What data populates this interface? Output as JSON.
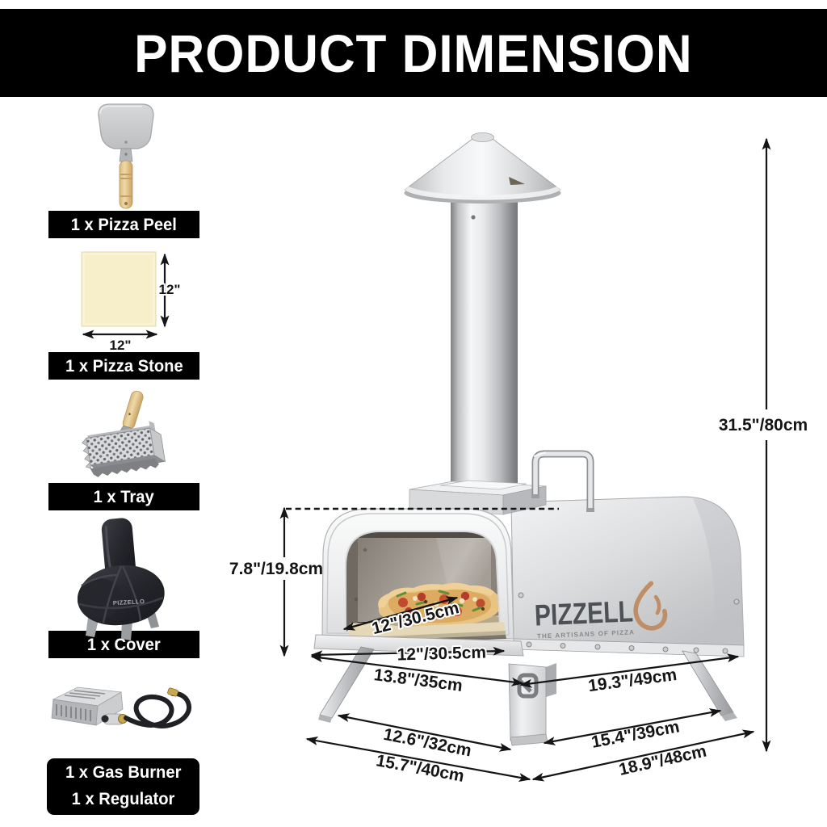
{
  "header": {
    "title": "PRODUCT DIMENSION",
    "bg_color": "#000000",
    "text_color": "#ffffff"
  },
  "accessories": [
    {
      "id": "pizza-peel",
      "label": "1 x Pizza Peel"
    },
    {
      "id": "pizza-stone",
      "label": "1 x Pizza Stone",
      "width_label": "12\"",
      "height_label": "12\""
    },
    {
      "id": "tray",
      "label": "1 x Tray"
    },
    {
      "id": "cover",
      "label": "1 x Cover",
      "logo": "PIZZELLO"
    },
    {
      "id": "gas-burner",
      "label_line1": "1 x Gas Burner",
      "label_line2": "1 x Regulator"
    }
  ],
  "oven": {
    "brand": "PIZZELL",
    "brand_last_letter_shape": "flame-o",
    "tagline": "THE ARTISANS OF PIZZA",
    "dimensions": {
      "total_height": "31.5\"/80cm",
      "opening_height": "7.8\"/19.8cm",
      "stone_depth": "12\"/30.5cm",
      "front_width": "12\"/30.5cm",
      "front_base_width": "13.8\"/35cm",
      "side_length": "19.3\"/49cm",
      "front_leg_span": "12.6\"/32cm",
      "side_leg_span": "15.4\"/39cm",
      "total_front_width": "15.7\"/40cm",
      "total_side_depth": "18.9\"/48cm"
    }
  },
  "colors": {
    "accent_flame": "#bf8e66",
    "steel_light": "#f4f5f6",
    "steel_mid": "#d7d9db",
    "steel_dark": "#9fa1a4",
    "stone": "#f6efc9",
    "dimension_text": "#151515"
  }
}
